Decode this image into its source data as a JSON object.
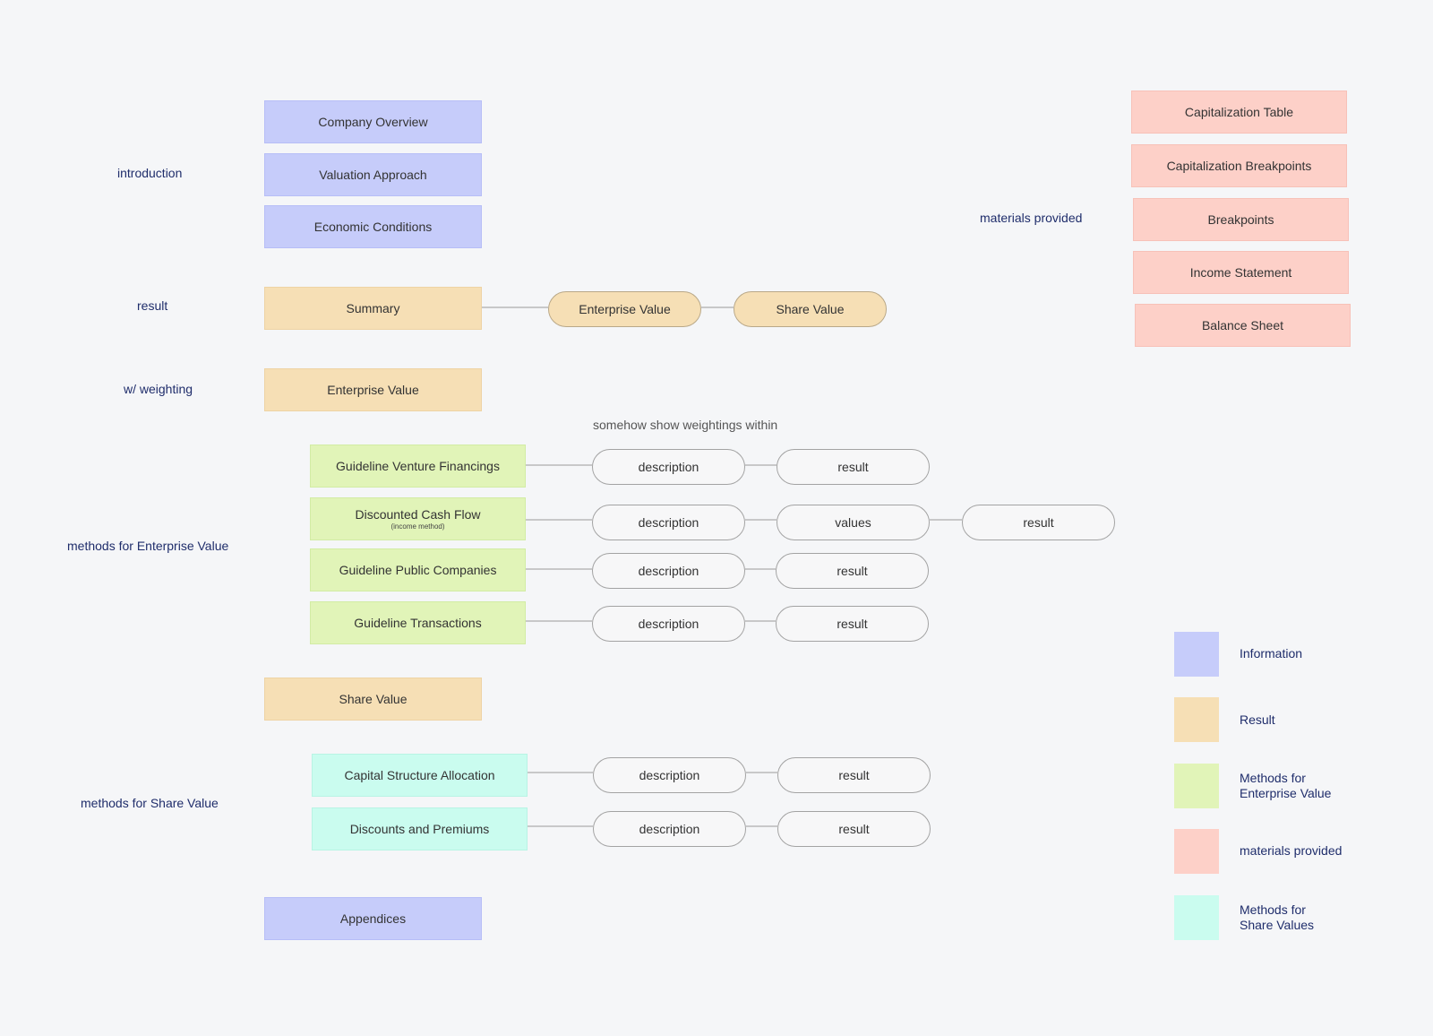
{
  "sections": {
    "introduction": "introduction",
    "result": "result",
    "weighting": "w/ weighting",
    "methods_ev": "methods for Enterprise Value",
    "methods_share": "methods for Share Value",
    "materials": "materials provided"
  },
  "introduction": {
    "company_overview": "Company Overview",
    "valuation_approach": "Valuation Approach",
    "economic_conditions": "Economic Conditions"
  },
  "result": {
    "summary": "Summary",
    "enterprise_value": "Enterprise Value",
    "share_value": "Share Value"
  },
  "weighting": {
    "enterprise_value": "Enterprise Value",
    "note": "somehow show weightings within"
  },
  "ev_methods": [
    {
      "label": "Guideline Venture Financings",
      "sub": "",
      "steps": [
        "description",
        "result"
      ]
    },
    {
      "label": "Discounted Cash Flow",
      "sub": "(income method)",
      "steps": [
        "description",
        "values",
        "result"
      ]
    },
    {
      "label": "Guideline Public Companies",
      "sub": "",
      "steps": [
        "description",
        "result"
      ]
    },
    {
      "label": "Guideline Transactions",
      "sub": "",
      "steps": [
        "description",
        "result"
      ]
    }
  ],
  "share_value": {
    "label": "Share Value"
  },
  "share_methods": [
    {
      "label": "Capital Structure Allocation",
      "steps": [
        "description",
        "result"
      ]
    },
    {
      "label": "Discounts and Premiums",
      "steps": [
        "description",
        "result"
      ]
    }
  ],
  "appendices": "Appendices",
  "materials": [
    "Capitalization Table",
    "Capitalization Breakpoints",
    "Breakpoints",
    "Income Statement",
    "Balance Sheet"
  ],
  "legend": [
    {
      "label": "Information",
      "color": "#c6ccfa"
    },
    {
      "label": "Result",
      "color": "#f6dfb5"
    },
    {
      "label": "Methods for\nEnterprise Value",
      "color": "#e1f4b8"
    },
    {
      "label": "materials provided",
      "color": "#fdd0c8"
    },
    {
      "label": "Methods for\nShare Values",
      "color": "#cafcef"
    }
  ]
}
